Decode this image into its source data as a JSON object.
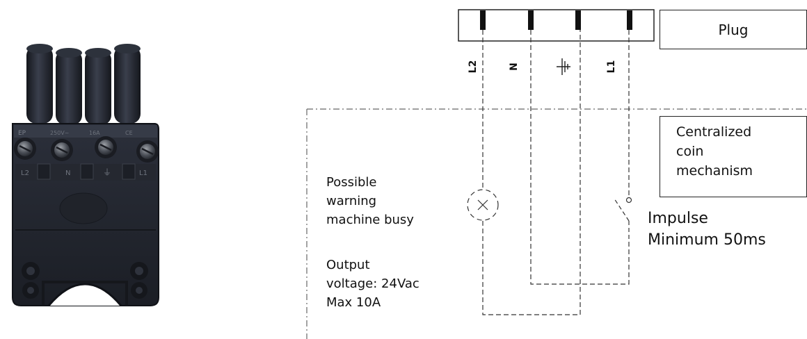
{
  "plug_label": "Plug",
  "terminals": [
    "L2",
    "N",
    "L1"
  ],
  "device_label": [
    "Centralized",
    "coin",
    "mechanism"
  ],
  "warning_note": [
    "Possible",
    "warning",
    "machine busy"
  ],
  "output_note": [
    "Output",
    "voltage: 24Vac",
    "Max 10A"
  ],
  "impulse_note": [
    "Impulse",
    "Minimum 50ms"
  ],
  "photo_plug_markings": [
    "L2",
    "N",
    "⏚",
    "L1"
  ]
}
